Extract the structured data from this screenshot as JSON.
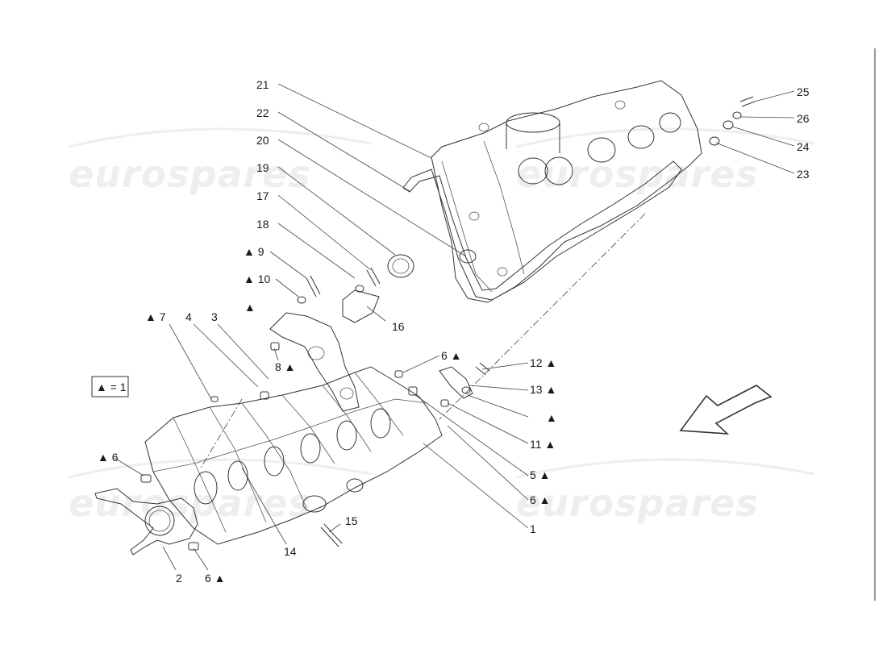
{
  "watermark": {
    "text": "eurospares"
  },
  "legend": {
    "text": "▲ = 1"
  },
  "callouts": [
    {
      "id": "c1",
      "text": "1"
    },
    {
      "id": "c2",
      "text": "2"
    },
    {
      "id": "c3",
      "text": "3"
    },
    {
      "id": "c4",
      "text": "4"
    },
    {
      "id": "c5",
      "text": "5 ▲"
    },
    {
      "id": "c6a",
      "text": "6 ▲"
    },
    {
      "id": "c6b",
      "text": "▲ 6"
    },
    {
      "id": "c6c",
      "text": "6 ▲"
    },
    {
      "id": "c6d",
      "text": "6 ▲"
    },
    {
      "id": "c7",
      "text": "▲ 7"
    },
    {
      "id": "c8",
      "text": "8 ▲"
    },
    {
      "id": "c8t",
      "text": "▲"
    },
    {
      "id": "c9",
      "text": "▲ 9"
    },
    {
      "id": "c10",
      "text": "▲ 10"
    },
    {
      "id": "c11",
      "text": "11 ▲"
    },
    {
      "id": "c11t",
      "text": "▲"
    },
    {
      "id": "c12",
      "text": "12 ▲"
    },
    {
      "id": "c13",
      "text": "13 ▲"
    },
    {
      "id": "c14",
      "text": "14"
    },
    {
      "id": "c15",
      "text": "15"
    },
    {
      "id": "c16",
      "text": "16"
    },
    {
      "id": "c17",
      "text": "17"
    },
    {
      "id": "c18",
      "text": "18"
    },
    {
      "id": "c19",
      "text": "19"
    },
    {
      "id": "c20",
      "text": "20"
    },
    {
      "id": "c21",
      "text": "21"
    },
    {
      "id": "c22",
      "text": "22"
    },
    {
      "id": "c23",
      "text": "23"
    },
    {
      "id": "c24",
      "text": "24"
    },
    {
      "id": "c25",
      "text": "25"
    },
    {
      "id": "c26",
      "text": "26"
    }
  ]
}
